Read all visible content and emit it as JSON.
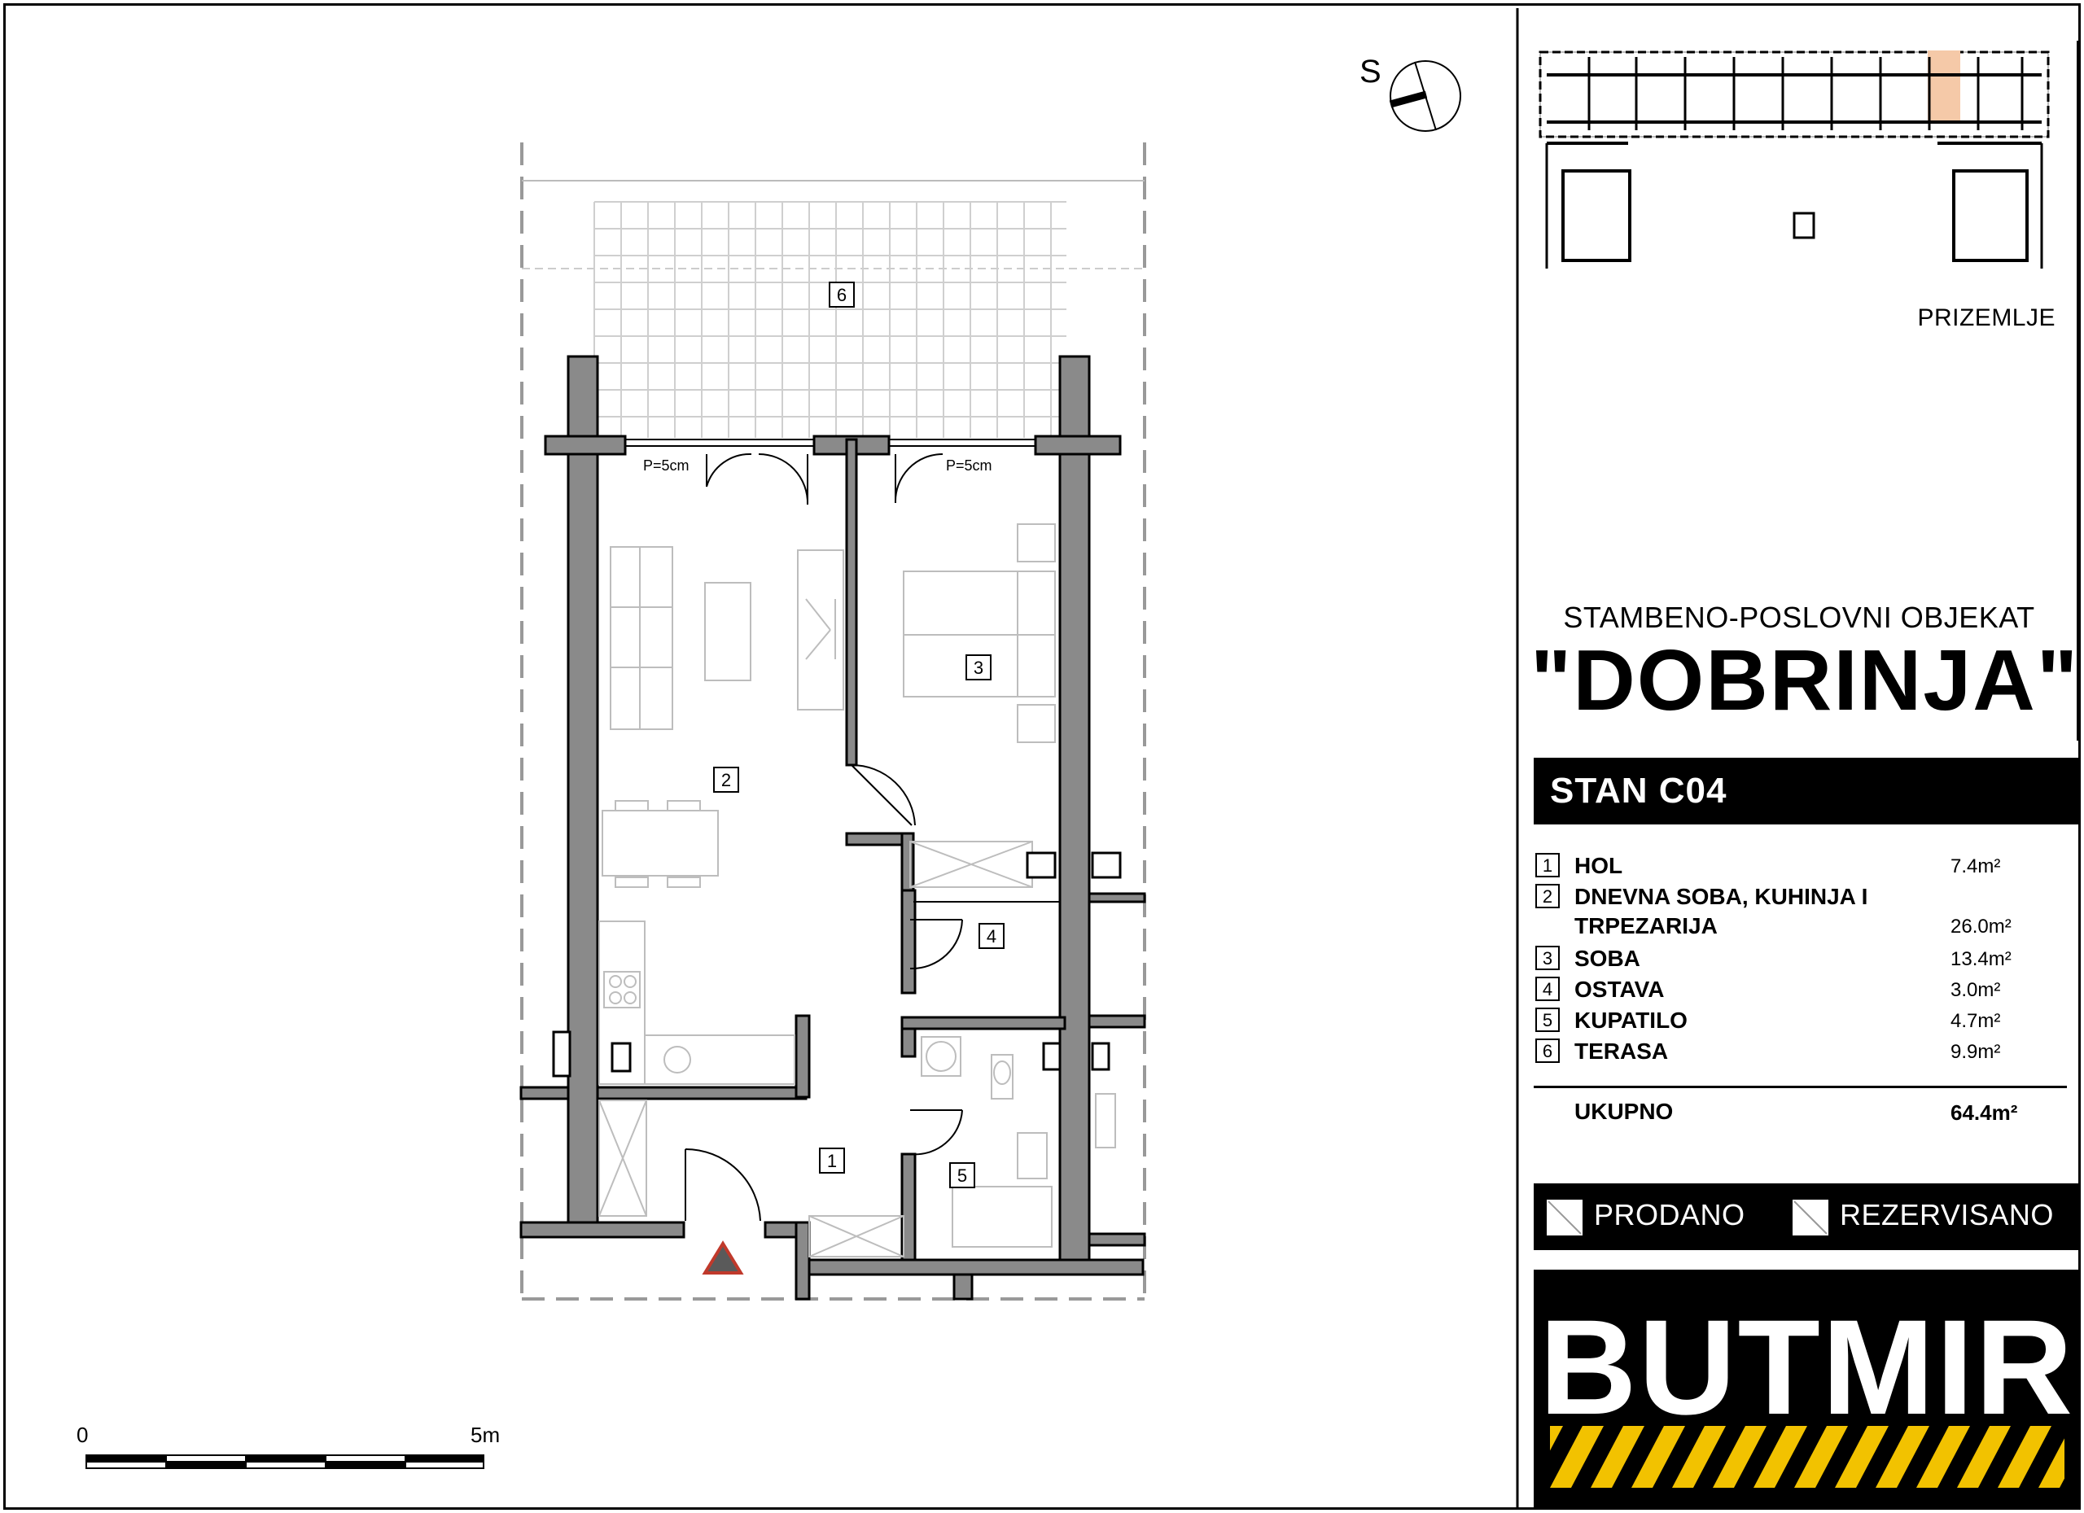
{
  "key_plan": {
    "level_label": "PRIZEMLJE",
    "highlight_color": "#f5c9a8"
  },
  "compass": {
    "letter": "S"
  },
  "project": {
    "subtitle": "STAMBENO-POSLOVNI OBJEKAT",
    "title": "\"DOBRINJA\""
  },
  "unit": {
    "name": "STAN C04"
  },
  "rooms": [
    {
      "num": "1",
      "name": "HOL",
      "area": "7.4m²"
    },
    {
      "num": "2",
      "name": "DNEVNA SOBA, KUHINJA I",
      "name2": "TRPEZARIJA",
      "area": "26.0m²"
    },
    {
      "num": "3",
      "name": "SOBA",
      "area": "13.4m²"
    },
    {
      "num": "4",
      "name": "OSTAVA",
      "area": "3.0m²"
    },
    {
      "num": "5",
      "name": "KUPATILO",
      "area": "4.7m²"
    },
    {
      "num": "6",
      "name": "TERASA",
      "area": "9.9m²"
    }
  ],
  "total": {
    "label": "UKUPNO",
    "area": "64.4m²"
  },
  "legend": {
    "sold": "PRODANO",
    "reserved": "REZERVISANO"
  },
  "brand": {
    "name": "BUTMIR",
    "stripe_color": "#f2c200"
  },
  "plan": {
    "room_tags": [
      "1",
      "2",
      "3",
      "4",
      "5",
      "6"
    ],
    "door_notes": [
      "P=5cm",
      "P=5cm"
    ],
    "wall_color": "#8a8a8a",
    "hazard_color": "#c0392b"
  },
  "scale": {
    "start": "0",
    "end": "5m"
  }
}
